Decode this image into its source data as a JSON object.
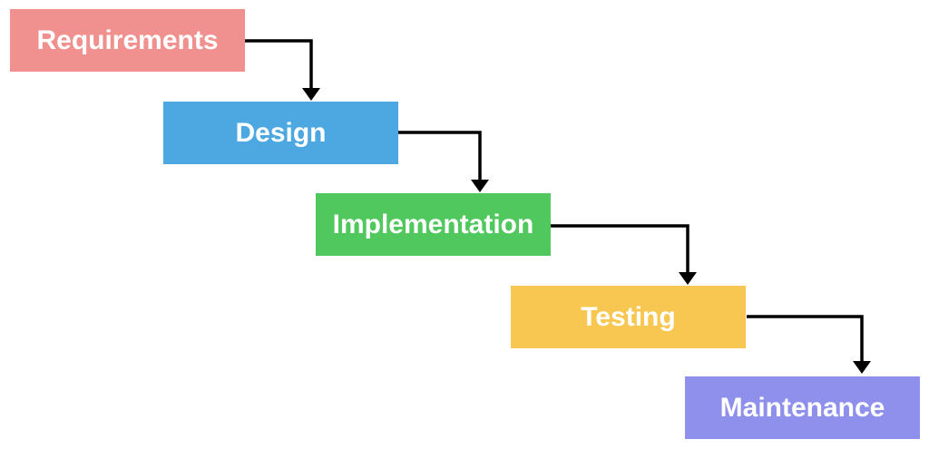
{
  "diagram": {
    "stages": [
      {
        "label": "Requirements",
        "color": "#F0908F"
      },
      {
        "label": "Design",
        "color": "#4DA7E0"
      },
      {
        "label": "Implementation",
        "color": "#50C85E"
      },
      {
        "label": "Testing",
        "color": "#F8C751"
      },
      {
        "label": "Maintenance",
        "color": "#8E90EB"
      }
    ],
    "label_text_color": "#FFFFFF",
    "arrow_color": "#000000",
    "background_color": "#FFFFFF"
  }
}
